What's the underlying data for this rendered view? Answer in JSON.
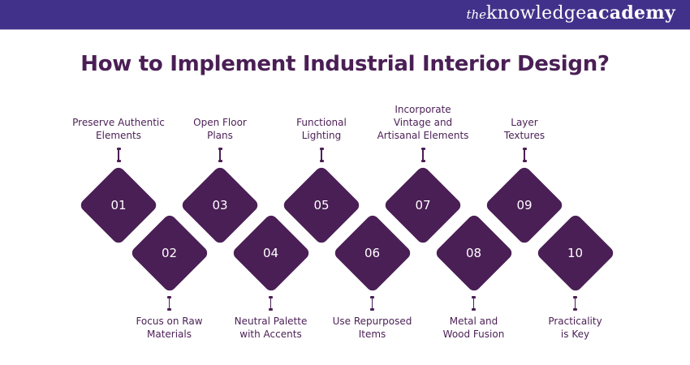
{
  "header": {
    "brand_prefix": "the",
    "brand_word1": "knowledge",
    "brand_word2": "academy",
    "background_color": "#42318a"
  },
  "title": "How to Implement Industrial Interior Design?",
  "colors": {
    "accent": "#4a1f55",
    "number_text": "#ffffff"
  },
  "steps": [
    {
      "number": "01",
      "label": "Preserve Authentic\nElements",
      "row": "top"
    },
    {
      "number": "02",
      "label": "Focus on Raw\nMaterials",
      "row": "bottom"
    },
    {
      "number": "03",
      "label": "Open Floor\nPlans",
      "row": "top"
    },
    {
      "number": "04",
      "label": "Neutral Palette\nwith Accents",
      "row": "bottom"
    },
    {
      "number": "05",
      "label": "Functional\nLighting",
      "row": "top"
    },
    {
      "number": "06",
      "label": "Use Repurposed\nItems",
      "row": "bottom"
    },
    {
      "number": "07",
      "label": "Incorporate\nVintage and\nArtisanal Elements",
      "row": "top"
    },
    {
      "number": "08",
      "label": "Metal and\nWood Fusion",
      "row": "bottom"
    },
    {
      "number": "09",
      "label": "Layer\nTextures",
      "row": "top"
    },
    {
      "number": "10",
      "label": "Practicality\nis Key",
      "row": "bottom"
    }
  ]
}
